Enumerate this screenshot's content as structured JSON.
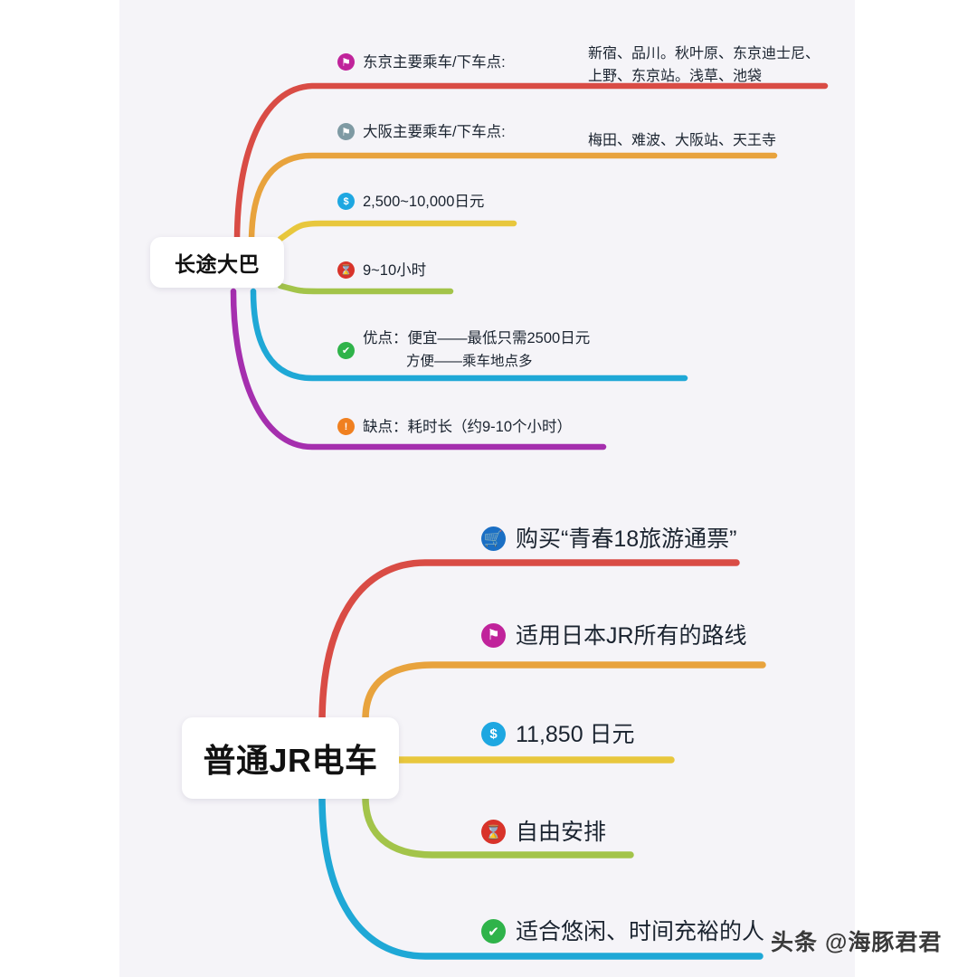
{
  "canvas": {
    "background": "#f5f4f8",
    "page_background": "#ffffff"
  },
  "mindmaps": [
    {
      "id": "long-distance-bus",
      "root_label": "长途大巴",
      "branches": [
        {
          "icon": "flag-icon",
          "icon_color": "#c0239b",
          "label": "东京主要乘车/下车点:",
          "detail": "新宿、品川。秋叶原、东京迪士尼、\n上野、东京站。浅草、池袋",
          "line_color": "#d94c45"
        },
        {
          "icon": "flag-icon",
          "icon_color": "#7e9aa3",
          "label": "大阪主要乘车/下车点:",
          "detail": "梅田、难波、大阪站、天王寺",
          "line_color": "#e8a33d"
        },
        {
          "icon": "dollar-icon",
          "icon_color": "#1ea7e1",
          "label": "2,500~10,000日元",
          "detail": "",
          "line_color": "#e8c73d"
        },
        {
          "icon": "hourglass-icon",
          "icon_color": "#d8332a",
          "label": "9~10小时",
          "detail": "",
          "line_color": "#a3c44a"
        },
        {
          "icon": "check-icon",
          "icon_color": "#2fb34a",
          "label": "优点：便宜——最低只需2500日元",
          "detail": "方便——乘车地点多",
          "line_color": "#1fa8d6"
        },
        {
          "icon": "exclamation-icon",
          "icon_color": "#f08020",
          "label": "缺点：耗时长（约9-10个小时）",
          "detail": "",
          "line_color": "#a52fae"
        }
      ]
    },
    {
      "id": "ordinary-jr-train",
      "root_label": "普通JR电车",
      "branches": [
        {
          "icon": "cart-icon",
          "icon_color": "#1b6fc4",
          "label": "购买“青春18旅游通票”",
          "line_color": "#d94c45"
        },
        {
          "icon": "flag-icon",
          "icon_color": "#c0239b",
          "label": "适用日本JR所有的路线",
          "line_color": "#e8a33d"
        },
        {
          "icon": "dollar-icon",
          "icon_color": "#1ea7e1",
          "label": "11,850 日元",
          "line_color": "#e8c73d"
        },
        {
          "icon": "hourglass-icon",
          "icon_color": "#d8332a",
          "label": "自由安排",
          "line_color": "#a3c44a"
        },
        {
          "icon": "check-icon",
          "icon_color": "#2fb34a",
          "label": "适合悠闲、时间充裕的人",
          "line_color": "#1fa8d6"
        }
      ]
    }
  ],
  "watermark": "头条 @海豚君君"
}
